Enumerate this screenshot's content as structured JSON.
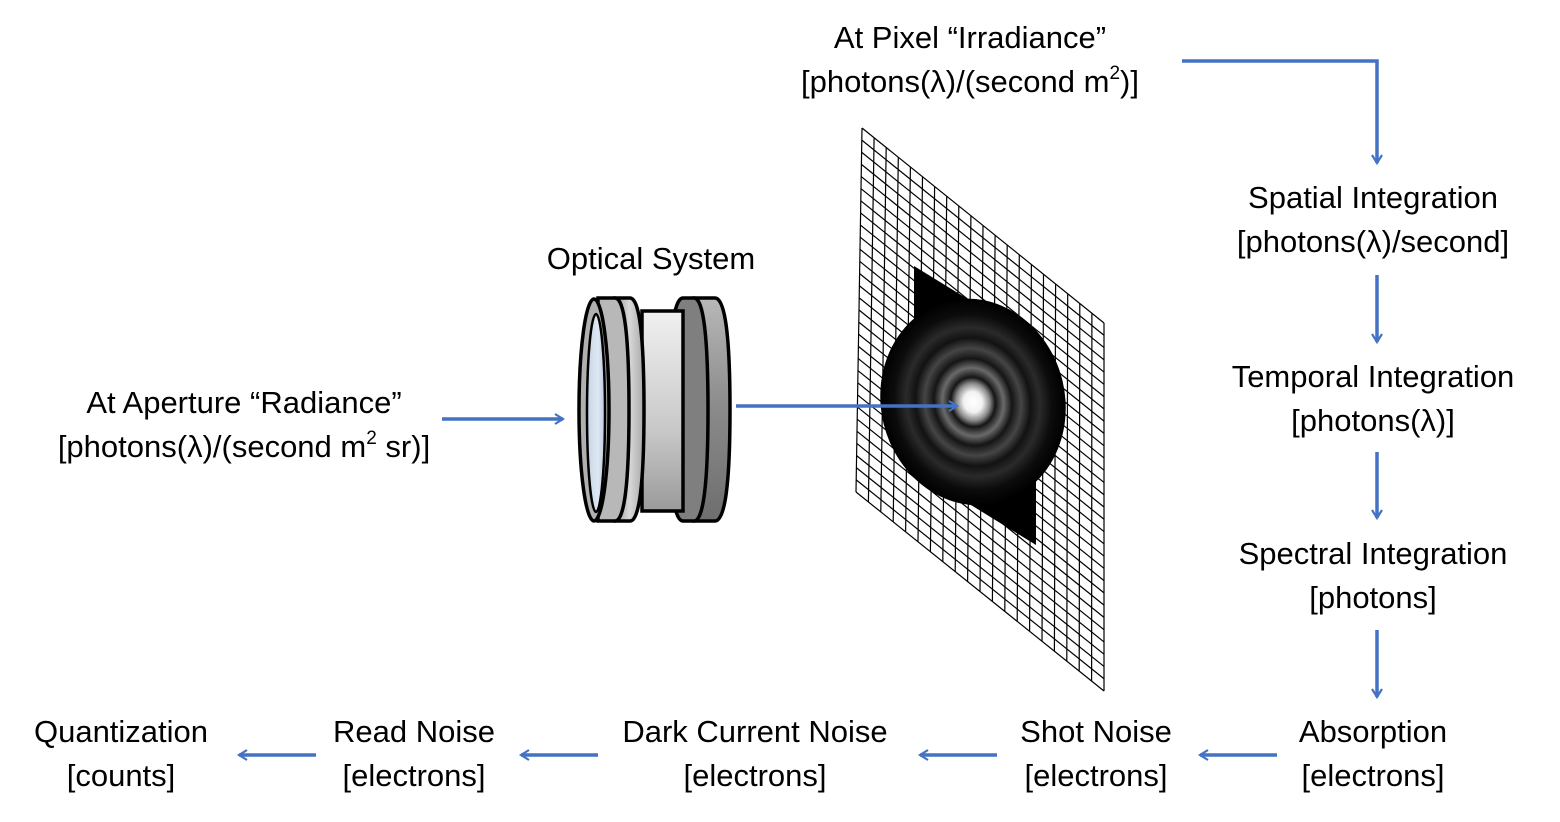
{
  "colors": {
    "arrow": "#4472c4",
    "text": "#000000",
    "background": "#ffffff"
  },
  "optics": {
    "label": "Optical System"
  },
  "input": {
    "line1": "At Aperture “Radiance”",
    "line2_pre": "[photons(λ)/(second m",
    "line2_sup": "2",
    "line2_post": " sr)]"
  },
  "pixel": {
    "line1": "At Pixel “Irradiance”",
    "line2_pre": "[photons(λ)/(second m",
    "line2_sup": "2",
    "line2_post": ")]"
  },
  "stages": {
    "spatial": {
      "line1": "Spatial Integration",
      "line2": "[photons(λ)/second]"
    },
    "temporal": {
      "line1": "Temporal Integration",
      "line2": "[photons(λ)]"
    },
    "spectral": {
      "line1": "Spectral Integration",
      "line2": "[photons]"
    },
    "absorption": {
      "line1": "Absorption",
      "line2": "[electrons]"
    },
    "shot": {
      "line1": "Shot Noise",
      "line2": "[electrons]"
    },
    "dark": {
      "line1": "Dark Current Noise",
      "line2": "[electrons]"
    },
    "read": {
      "line1": "Read Noise",
      "line2": "[electrons]"
    },
    "quant": {
      "line1": "Quantization",
      "line2": "[counts]"
    }
  }
}
